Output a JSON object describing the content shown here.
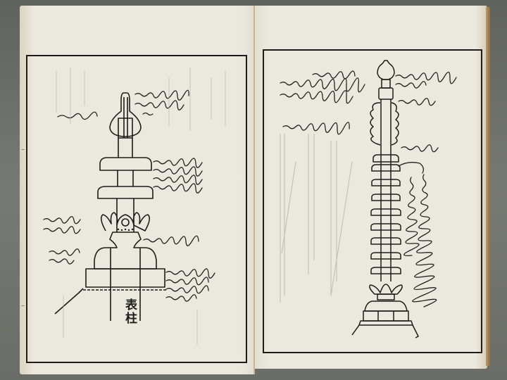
{
  "book": {
    "left_page": {
      "illustration": "finial-with-lotus-base",
      "pillar_label": "表柱",
      "annotation_groups": 6
    },
    "right_page": {
      "illustration": "tiered-finial-with-flames",
      "annotation_groups": 7
    },
    "colors": {
      "paper": "#ebe8de",
      "ink": "#1c1c1a",
      "background": "#6f726c",
      "page_edge": "#b89a6b"
    }
  }
}
